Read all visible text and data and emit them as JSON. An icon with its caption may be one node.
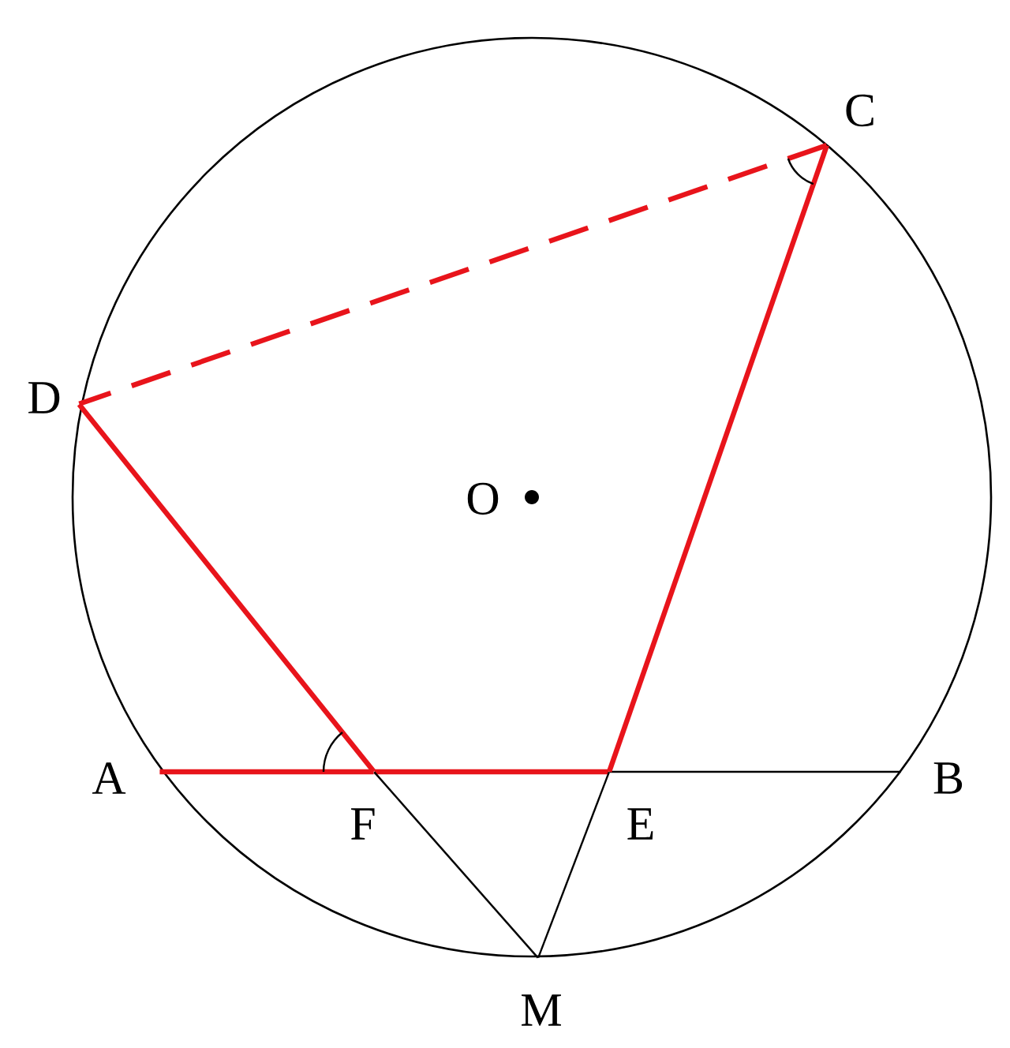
{
  "diagram": {
    "nodes": [
      {
        "text": [
          "C"
        ]
      },
      {
        "text": [
          "D"
        ]
      },
      {
        "text": [
          "A"
        ]
      },
      {
        "text": [
          "B"
        ]
      },
      {
        "text": [
          "F"
        ]
      },
      {
        "text": [
          "E"
        ]
      },
      {
        "text": [
          "M"
        ]
      }
    ],
    "edges": [
      {
        "from": 2,
        "to": 4,
        "arrow": "none"
      },
      {
        "from": 4,
        "to": 5,
        "arrow": "none"
      },
      {
        "from": 5,
        "to": 3,
        "arrow": "none",
        "color": "#000000"
      },
      {
        "from": 1,
        "to": 4,
        "arrow": "none"
      },
      {
        "from": 5,
        "to": 0,
        "arrow": "none"
      },
      {
        "from": 0,
        "to": 1,
        "arrow": "none",
        "style": "dashed"
      },
      {
        "from": 4,
        "to": 6,
        "arrow": "none",
        "color": "#000000"
      },
      {
        "from": 5,
        "to": 6,
        "arrow": "none",
        "color": "#000000"
      }
    ],
    "labels": [
      "O"
    ]
  }
}
